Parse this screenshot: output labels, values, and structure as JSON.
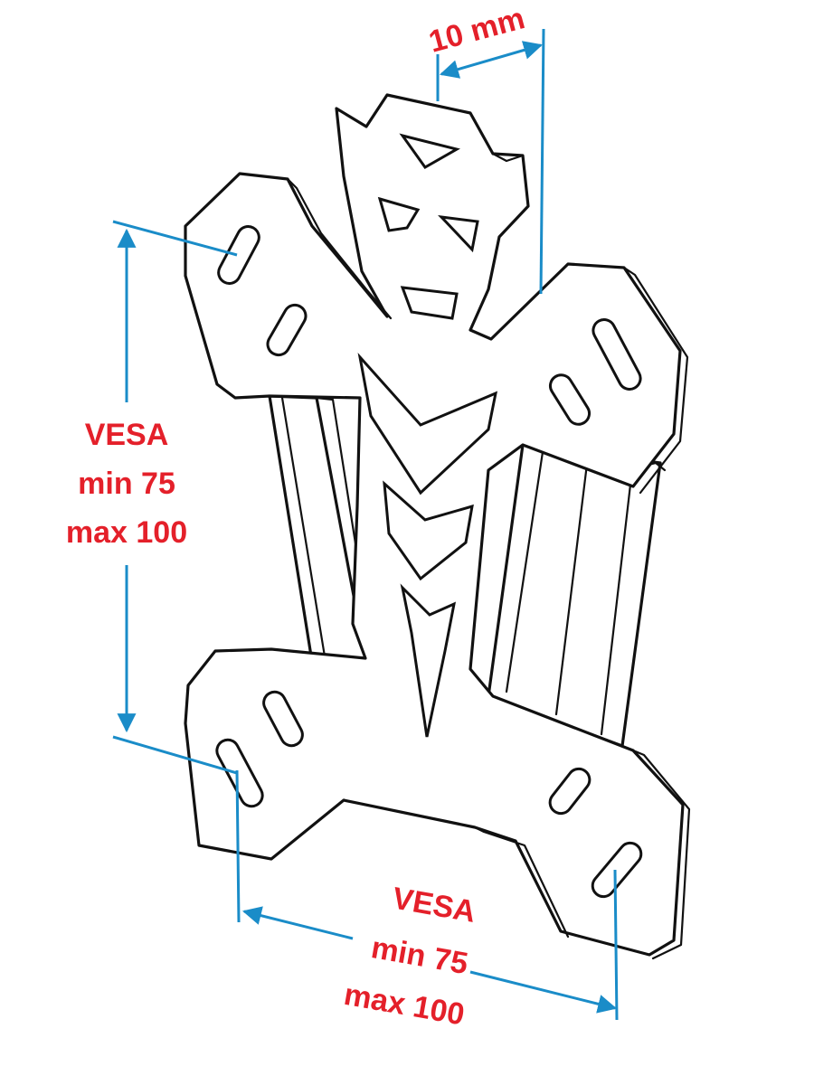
{
  "colors": {
    "dimension": "#1a8cc8",
    "label": "#e4202a",
    "drawing": "#111111"
  },
  "labels": {
    "offset": "10 mm",
    "vertical": {
      "line1": "VESA",
      "line2": "min 75",
      "line3": "max 100"
    },
    "horizontal": {
      "line1": "VESA",
      "line2": "min 75",
      "line3": "max 100"
    }
  }
}
